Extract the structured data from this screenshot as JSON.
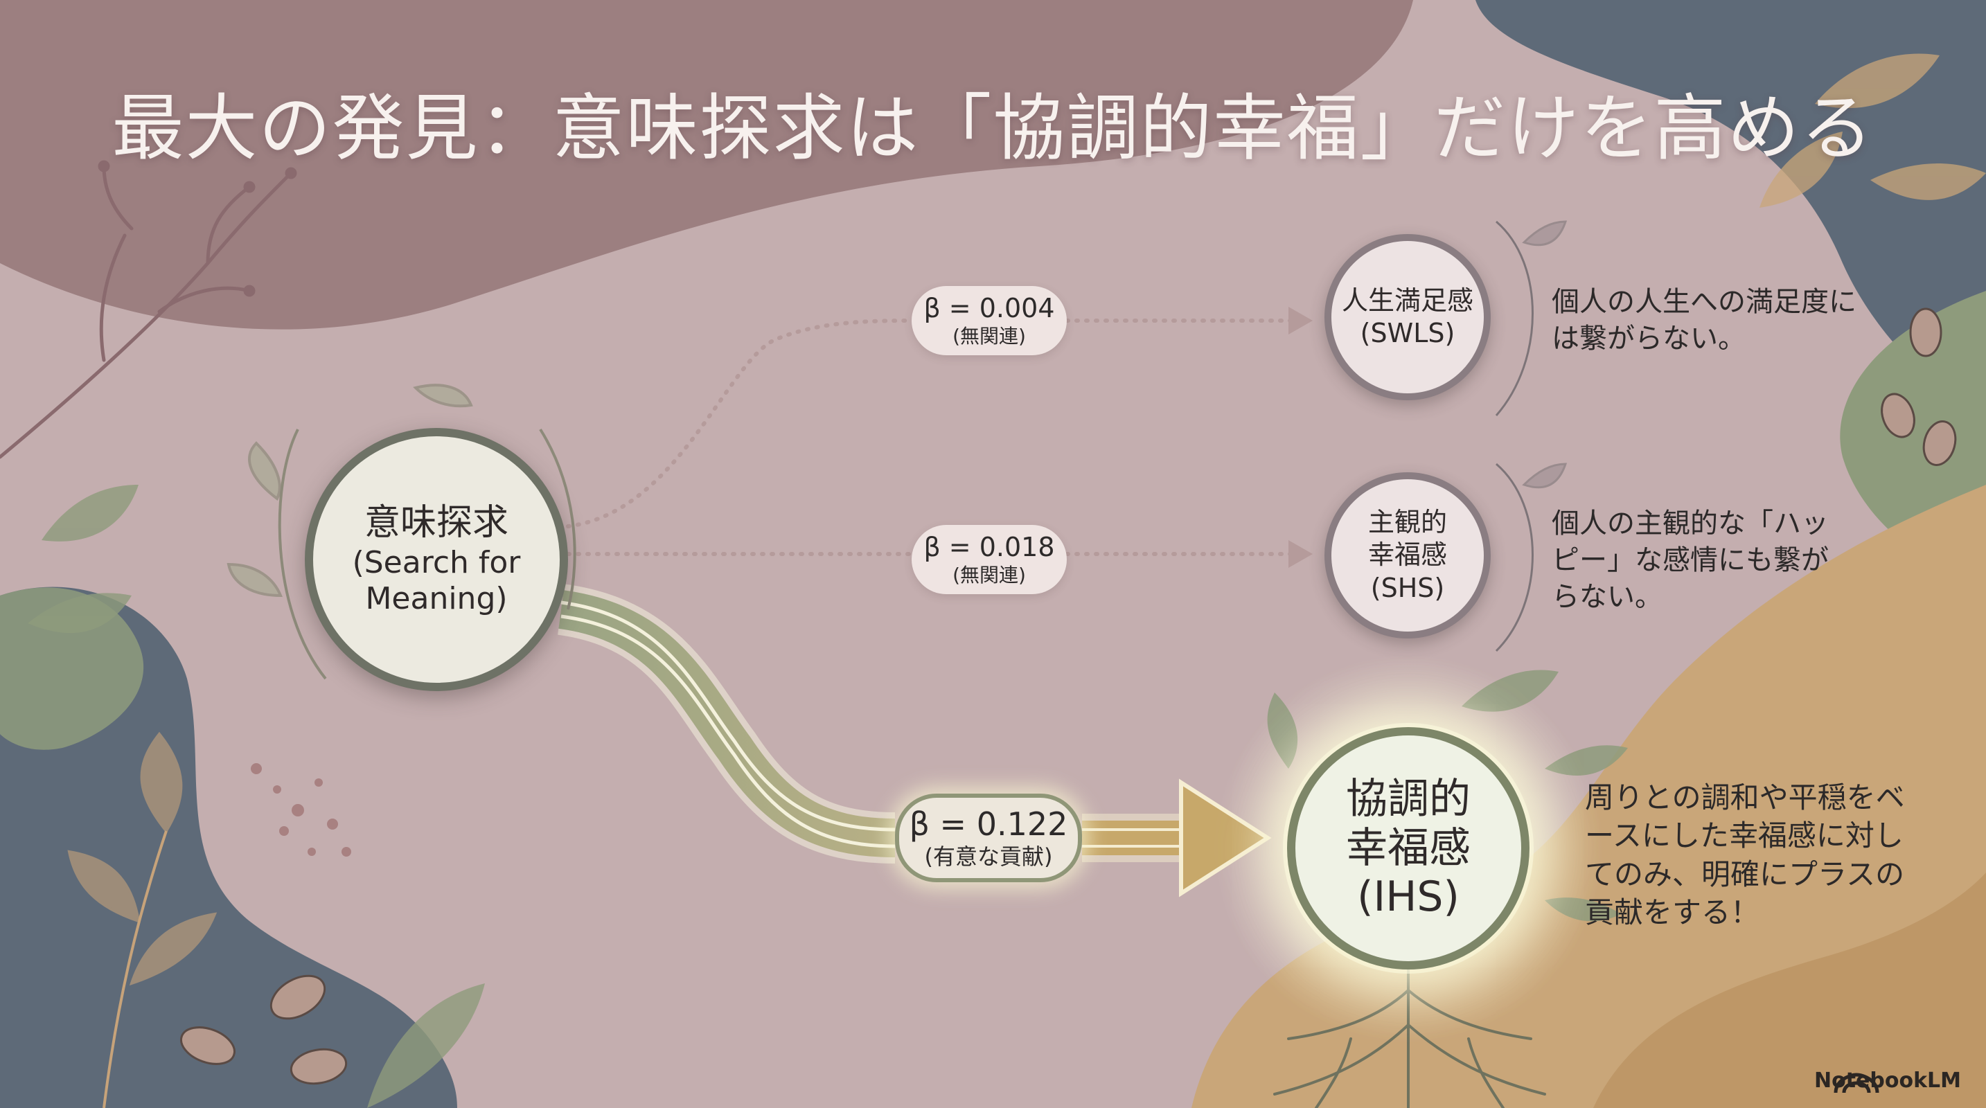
{
  "title": "最大の発見：意味探求は「協調的幸福」だけを高める",
  "source_node": {
    "line1": "意味探求",
    "line2": "(Search for",
    "line3": "Meaning)"
  },
  "targets": [
    {
      "line1": "人生満足感",
      "line2": "(SWLS)",
      "beta": "β = 0.004",
      "note": "(無関連)",
      "description": "個人の人生への満足度には繋がらない。"
    },
    {
      "line1": "主観的",
      "line2": "幸福感",
      "line3": "(SHS)",
      "beta": "β = 0.018",
      "note": "(無関連)",
      "description": "個人の主観的な「ハッピー」な感情にも繋がらない。"
    },
    {
      "line1": "協調的",
      "line2": "幸福感",
      "line3": "(IHS)",
      "beta": "β = 0.122",
      "note": "(有意な貢献)",
      "description": "周りとの調和や平穏をベースにした幸福感に対してのみ、明確にプラスの貢献をする！"
    }
  ],
  "brand": "NotebookLM",
  "colors": {
    "background": "#c4aeaf",
    "title_band": "#9c7f80",
    "slate": "#5e6a78",
    "sage": "#8e9b7c",
    "sand": "#c9a679",
    "highlight_path": "#a7ae8b",
    "arrow_gold": "#c7a86a",
    "dotted": "#b59b9b"
  },
  "icons": [
    "branch-icon",
    "leaf-icon",
    "seed-icon",
    "root-icon",
    "arrow-right-icon",
    "notebooklm-logo-icon"
  ]
}
